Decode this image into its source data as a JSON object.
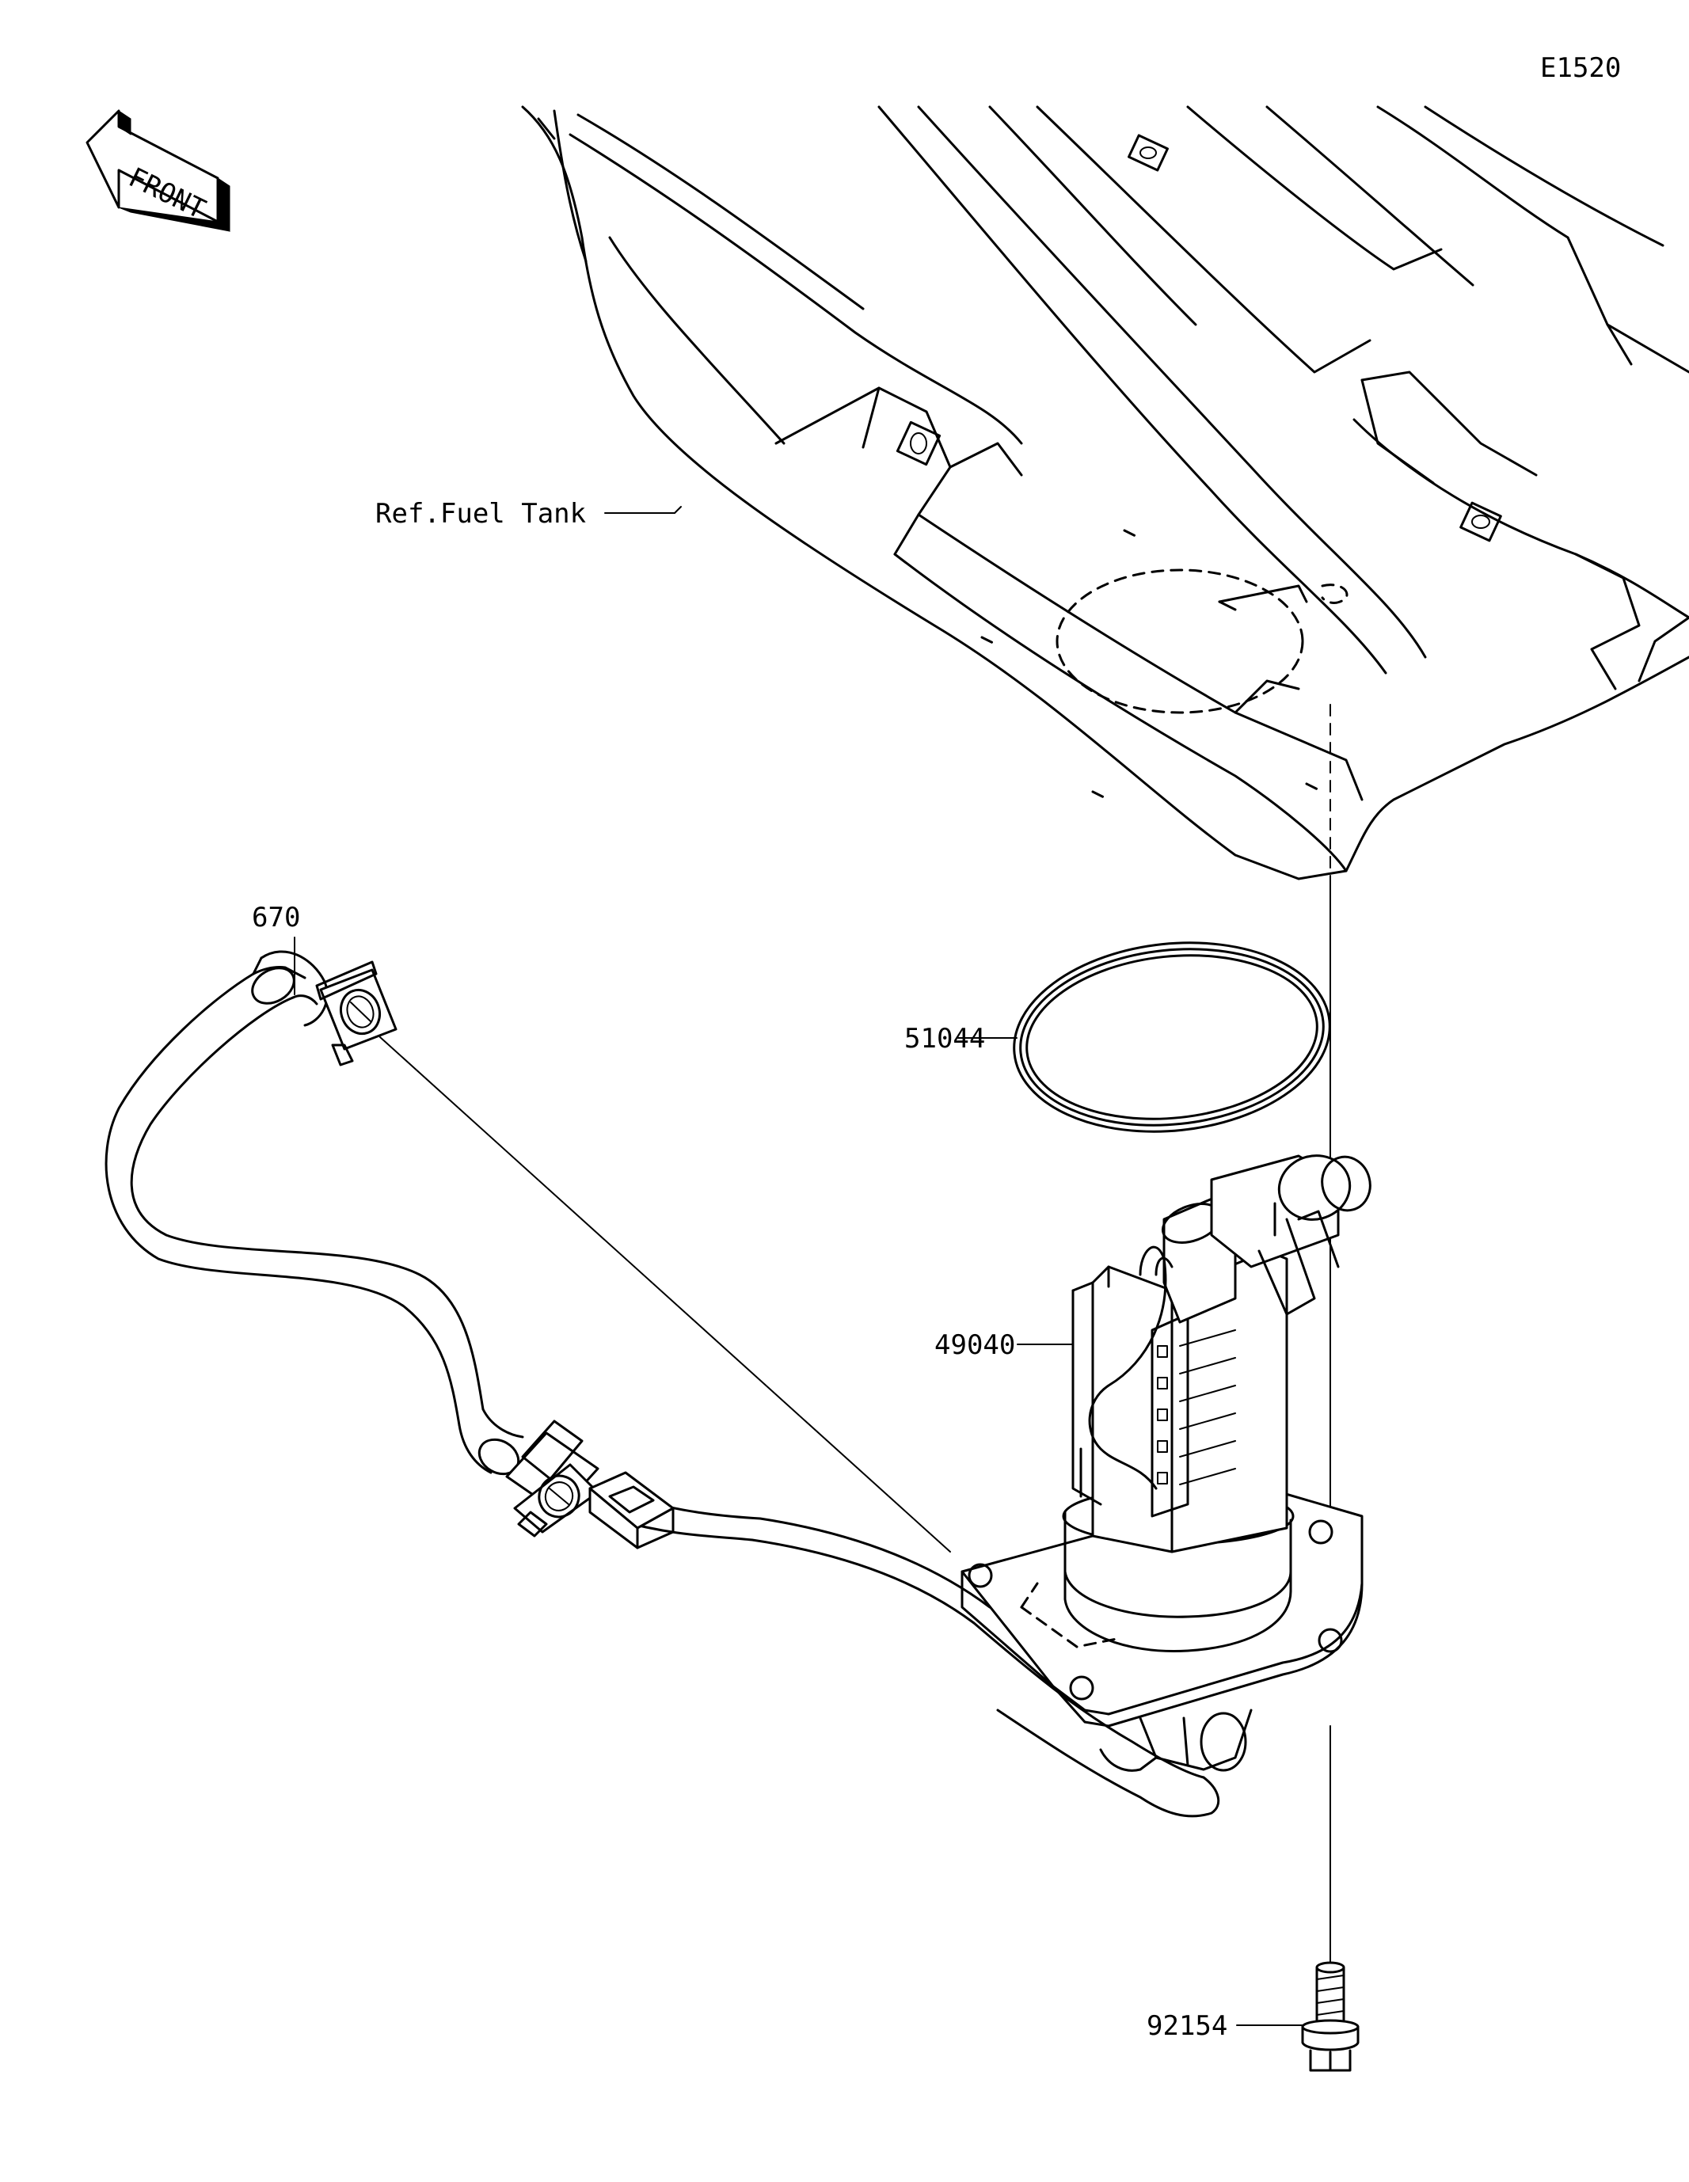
{
  "diagram_code": "E1520",
  "front_marker": "FRONT",
  "callouts": [
    {
      "id": "ref-fuel-tank",
      "text": "Ref.Fuel Tank"
    },
    {
      "id": "part-51044",
      "text": "51044"
    },
    {
      "id": "part-670",
      "text": "670"
    },
    {
      "id": "part-49040",
      "text": "49040"
    },
    {
      "id": "part-92154",
      "text": "92154"
    }
  ]
}
